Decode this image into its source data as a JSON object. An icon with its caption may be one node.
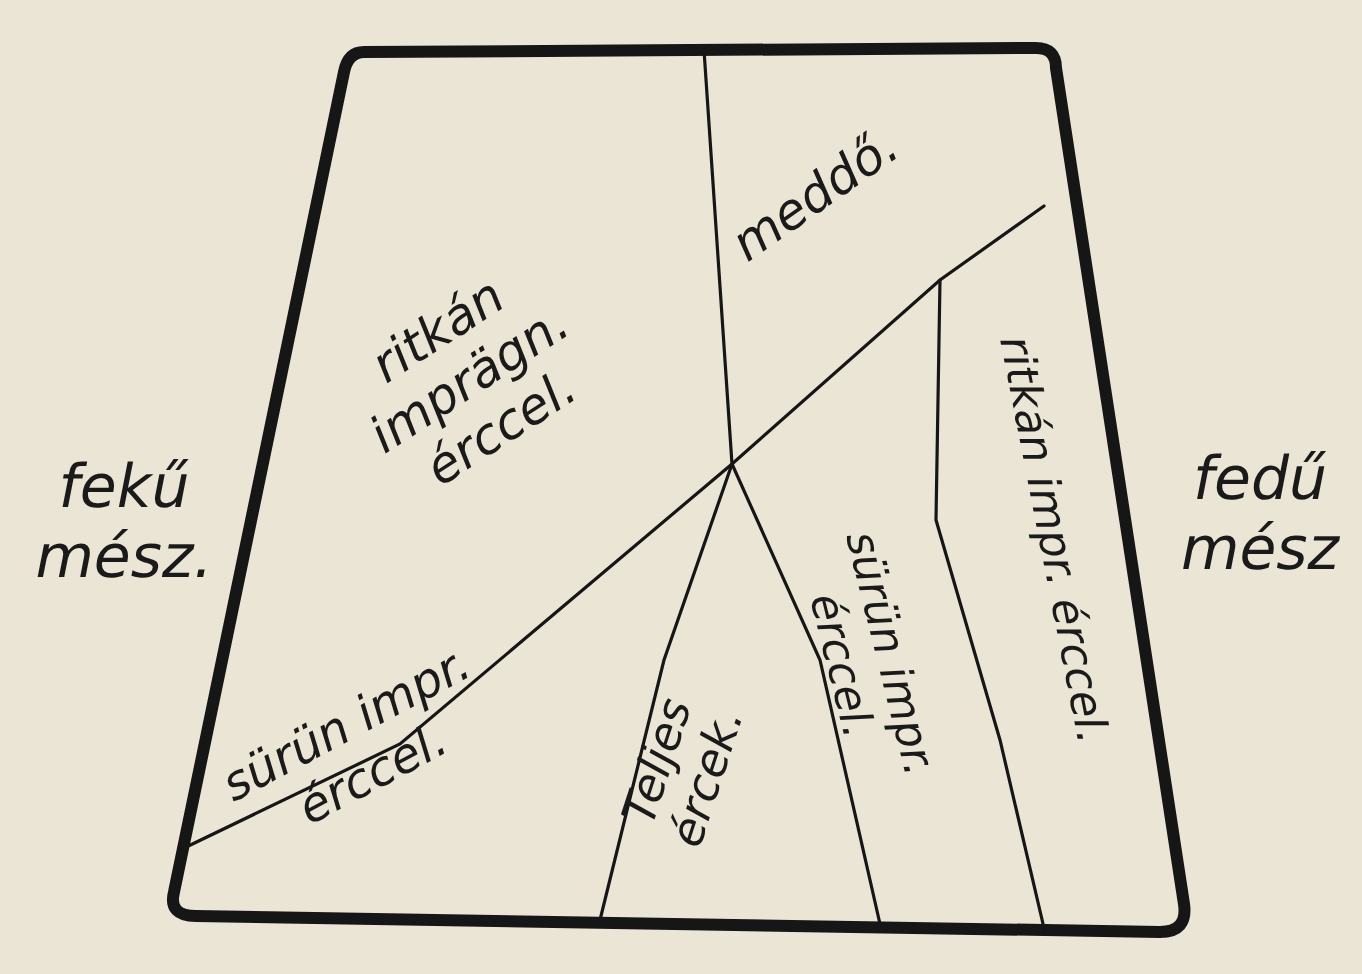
{
  "diagram": {
    "labels": [
      "fekű mész.",
      "fedű mész",
      "meddő.",
      "ritkán imprägn. érccel.",
      "sürün impr. érccel.",
      "Teljes ércek.",
      "sürün impr. érccel.",
      "ritkán impr. érccel."
    ]
  }
}
